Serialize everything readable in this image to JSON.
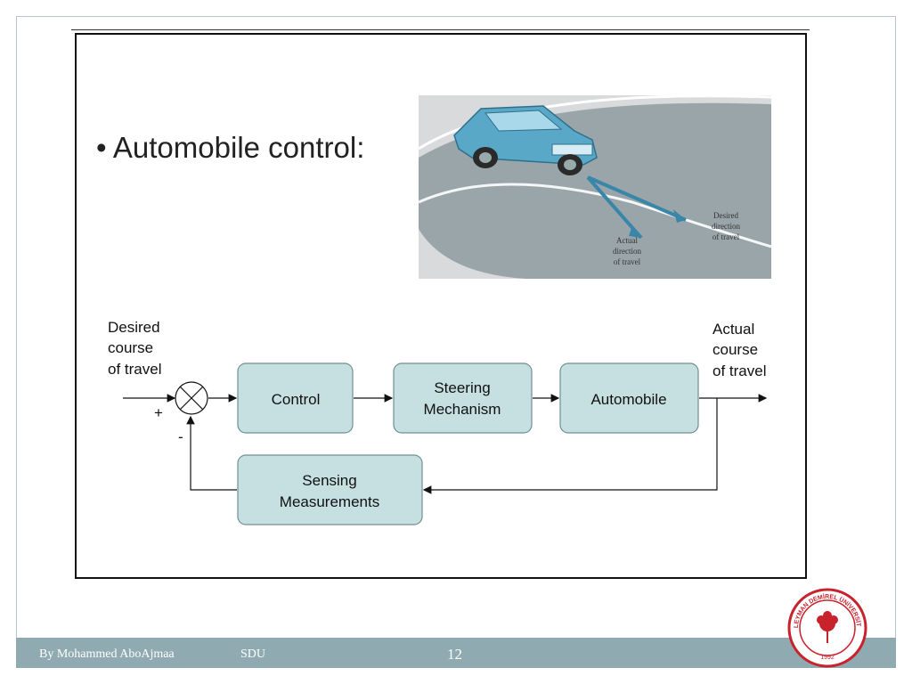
{
  "slide": {
    "bullet_title": "• Automobile control:"
  },
  "photo": {
    "label_desired": [
      "Desired",
      "direction",
      "of travel"
    ],
    "label_actual": [
      "Actual",
      "direction",
      "of travel"
    ]
  },
  "diagram": {
    "input_label": [
      "Desired",
      "course",
      "of travel"
    ],
    "output_label": [
      "Actual",
      "course",
      "of travel"
    ],
    "plus_sign": "+",
    "minus_sign": "-",
    "blocks": {
      "control": [
        "Control"
      ],
      "steering": [
        "Steering",
        "Mechanism"
      ],
      "automobile": [
        "Automobile"
      ],
      "sensing": [
        "Sensing",
        "Measurements"
      ]
    }
  },
  "footer": {
    "author": "By Mohammed AboAjmaa",
    "institution": "SDU",
    "page_number": "12"
  },
  "colors": {
    "block_fill": "#c6e0e2",
    "block_stroke": "#6f8f94",
    "footer_bg": "#8faab0",
    "road": "#8e9aa0",
    "car": "#6db3cf"
  },
  "seal": {
    "top_text": "SÜLEYMAN DEMİREL ÜNİVERSİTESİ",
    "year": "1992"
  }
}
